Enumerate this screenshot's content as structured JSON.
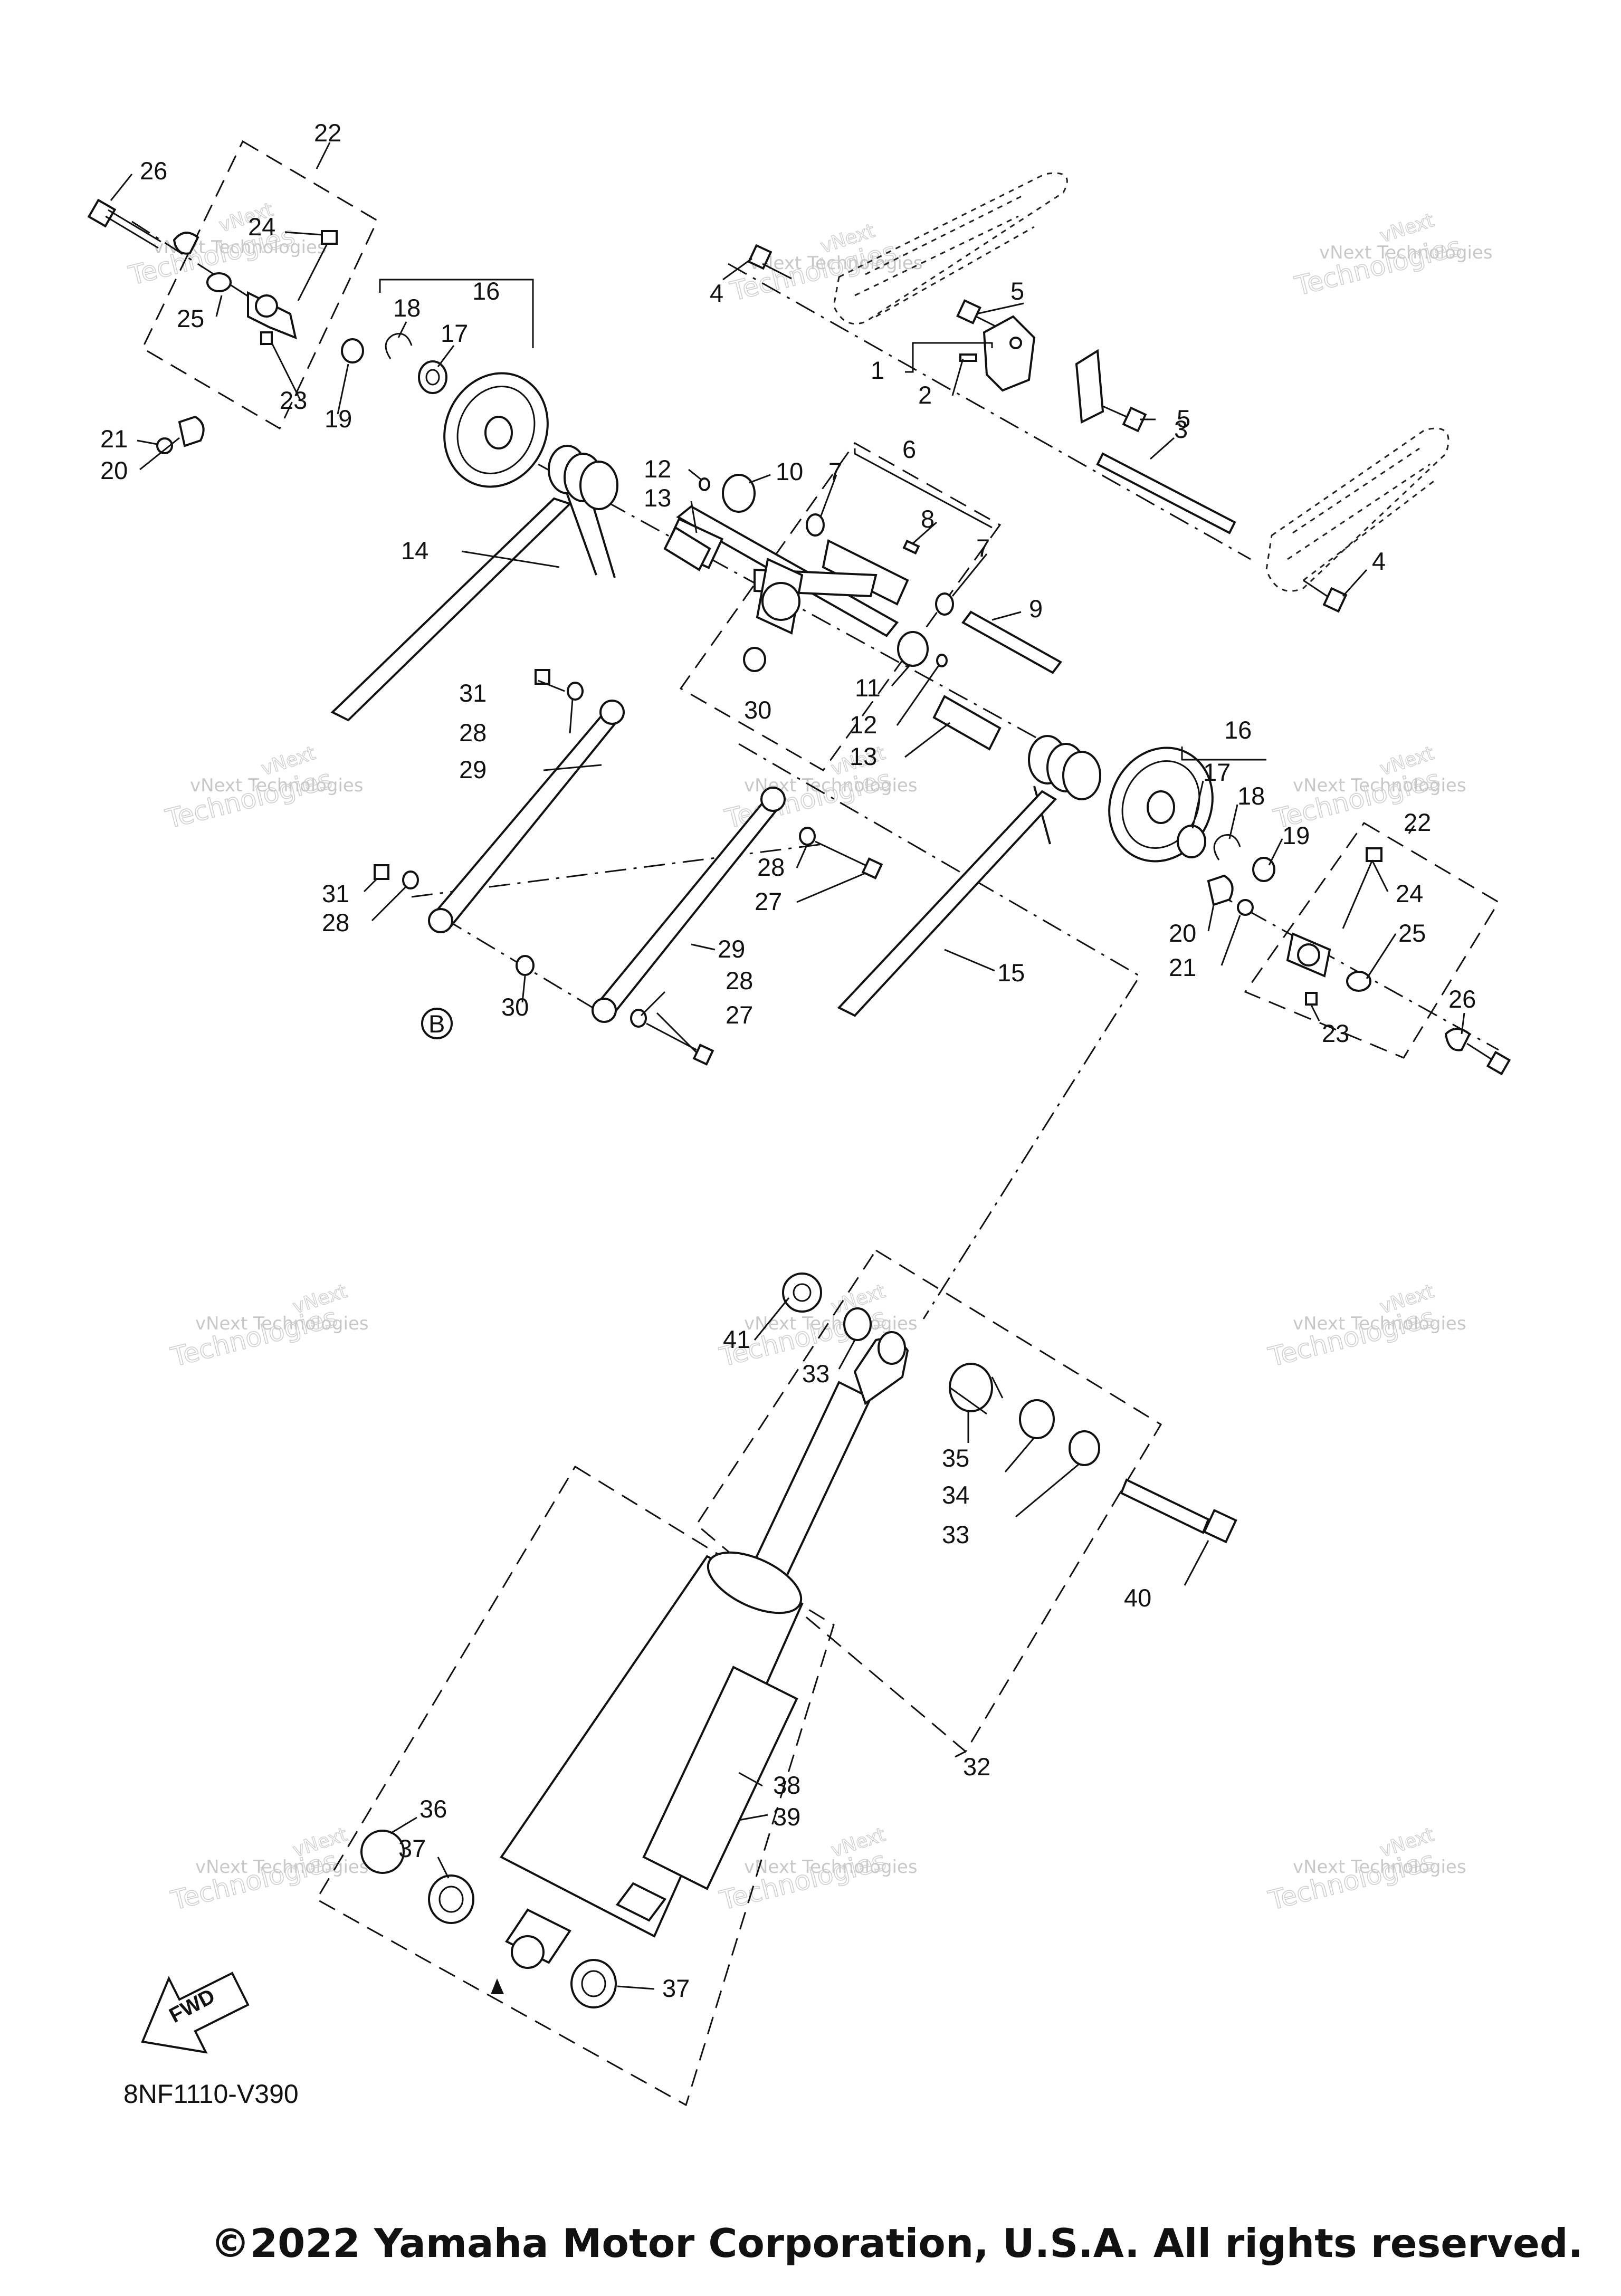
{
  "diagram": {
    "code": "8NF1110-V390",
    "copyright": "©2022 Yamaha Motor Corporation, U.S.A. All rights reserved.",
    "fwd_label": "FWD",
    "reference_marker": "B",
    "watermark": {
      "line1": "vNext",
      "line2": "vNext Technologies",
      "line3": "Technologies"
    },
    "callouts": [
      {
        "id": "c22a",
        "text": "22"
      },
      {
        "id": "c26a",
        "text": "26"
      },
      {
        "id": "c24a",
        "text": "24"
      },
      {
        "id": "c25a",
        "text": "25"
      },
      {
        "id": "c23a",
        "text": "23"
      },
      {
        "id": "c21a",
        "text": "21"
      },
      {
        "id": "c20a",
        "text": "20"
      },
      {
        "id": "c19a",
        "text": "19"
      },
      {
        "id": "c18a",
        "text": "18"
      },
      {
        "id": "c17a",
        "text": "17"
      },
      {
        "id": "c16a",
        "text": "16"
      },
      {
        "id": "c4a",
        "text": "4"
      },
      {
        "id": "c5a",
        "text": "5"
      },
      {
        "id": "c1",
        "text": "1"
      },
      {
        "id": "c2",
        "text": "2"
      },
      {
        "id": "c5b",
        "text": "5"
      },
      {
        "id": "c3",
        "text": "3"
      },
      {
        "id": "c4b",
        "text": "4"
      },
      {
        "id": "c6",
        "text": "6"
      },
      {
        "id": "c7a",
        "text": "7"
      },
      {
        "id": "c8",
        "text": "8"
      },
      {
        "id": "c7b",
        "text": "7"
      },
      {
        "id": "c12a",
        "text": "12"
      },
      {
        "id": "c10",
        "text": "10"
      },
      {
        "id": "c13a",
        "text": "13"
      },
      {
        "id": "c14",
        "text": "14"
      },
      {
        "id": "c9",
        "text": "9"
      },
      {
        "id": "c11",
        "text": "11"
      },
      {
        "id": "c12b",
        "text": "12"
      },
      {
        "id": "c30a",
        "text": "30"
      },
      {
        "id": "c13b",
        "text": "13"
      },
      {
        "id": "c31a",
        "text": "31"
      },
      {
        "id": "c28a",
        "text": "28"
      },
      {
        "id": "c29a",
        "text": "29"
      },
      {
        "id": "c31b",
        "text": "31"
      },
      {
        "id": "c28b",
        "text": "28"
      },
      {
        "id": "c28c",
        "text": "28"
      },
      {
        "id": "c27a",
        "text": "27"
      },
      {
        "id": "c29b",
        "text": "29"
      },
      {
        "id": "c30b",
        "text": "30"
      },
      {
        "id": "c28d",
        "text": "28"
      },
      {
        "id": "c27b",
        "text": "27"
      },
      {
        "id": "c15",
        "text": "15"
      },
      {
        "id": "c16b",
        "text": "16"
      },
      {
        "id": "c17b",
        "text": "17"
      },
      {
        "id": "c18b",
        "text": "18"
      },
      {
        "id": "c22b",
        "text": "22"
      },
      {
        "id": "c19b",
        "text": "19"
      },
      {
        "id": "c24b",
        "text": "24"
      },
      {
        "id": "c20b",
        "text": "20"
      },
      {
        "id": "c25b",
        "text": "25"
      },
      {
        "id": "c21b",
        "text": "21"
      },
      {
        "id": "c26b",
        "text": "26"
      },
      {
        "id": "c23b",
        "text": "23"
      },
      {
        "id": "c41",
        "text": "41"
      },
      {
        "id": "c33a",
        "text": "33"
      },
      {
        "id": "c35",
        "text": "35"
      },
      {
        "id": "c34",
        "text": "34"
      },
      {
        "id": "c33b",
        "text": "33"
      },
      {
        "id": "c40",
        "text": "40"
      },
      {
        "id": "c32",
        "text": "32"
      },
      {
        "id": "c38",
        "text": "38"
      },
      {
        "id": "c39",
        "text": "39"
      },
      {
        "id": "c36",
        "text": "36"
      },
      {
        "id": "c37a",
        "text": "37"
      },
      {
        "id": "c37b",
        "text": "37"
      }
    ]
  }
}
